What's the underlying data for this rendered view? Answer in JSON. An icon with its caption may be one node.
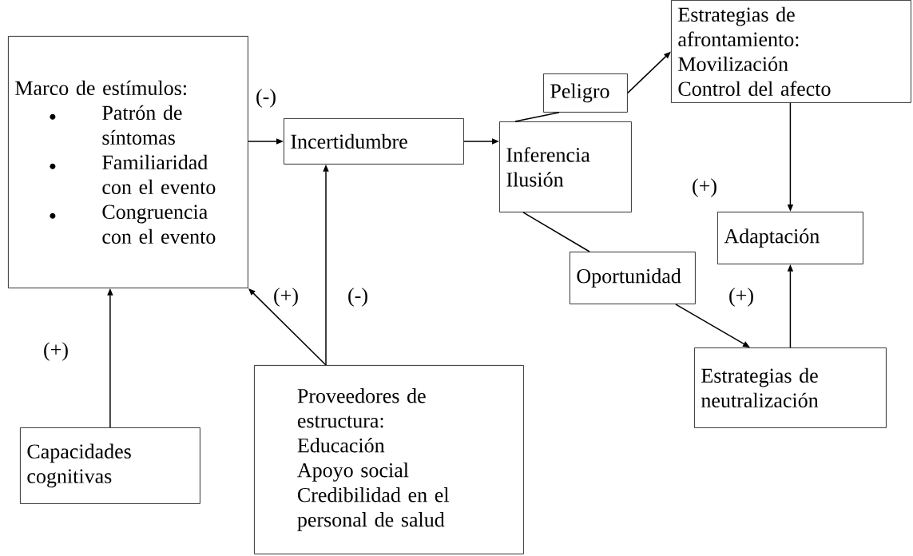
{
  "diagram": {
    "nodes": [
      {
        "text": [
          "Marco de estímulos:",
          "Patrón de síntomas",
          "Familiaridad con el evento",
          "Congruencia con el evento"
        ]
      },
      {
        "text": [
          "Incertidumbre"
        ]
      },
      {
        "text": [
          "Inferencia",
          "Ilusión"
        ]
      },
      {
        "text": [
          "Peligro"
        ]
      },
      {
        "text": [
          "Estrategias de afrontamiento:",
          "Movilización",
          "Control del afecto"
        ]
      },
      {
        "text": [
          "Adaptación"
        ]
      },
      {
        "text": [
          "Oportunidad"
        ]
      },
      {
        "text": [
          "Estrategias de neutralización"
        ]
      },
      {
        "text": [
          "Proveedores de estructura:",
          "Educación",
          "Apoyo social",
          "Credibilidad en el personal de salud"
        ]
      },
      {
        "text": [
          "Capacidades cognitivas"
        ]
      }
    ],
    "edges": [
      {
        "from": 0,
        "to": 1,
        "arrow": "to",
        "label": "(-)"
      },
      {
        "from": 1,
        "to": 2,
        "arrow": "to"
      },
      {
        "from": 2,
        "to": 3,
        "arrow": "none"
      },
      {
        "from": 3,
        "to": 4,
        "arrow": "to"
      },
      {
        "from": 2,
        "to": 6,
        "arrow": "none"
      },
      {
        "from": 6,
        "to": 7,
        "arrow": "to",
        "label": "(+)"
      },
      {
        "from": 7,
        "to": 5,
        "arrow": "to"
      },
      {
        "from": 4,
        "to": 5,
        "arrow": "to",
        "label": "(+)"
      },
      {
        "from": 9,
        "to": 0,
        "arrow": "to",
        "label": "(+)"
      },
      {
        "from": 8,
        "to": 0,
        "arrow": "to",
        "label": "(+)"
      },
      {
        "from": 8,
        "to": 1,
        "arrow": "to",
        "label": "(-)"
      }
    ]
  }
}
